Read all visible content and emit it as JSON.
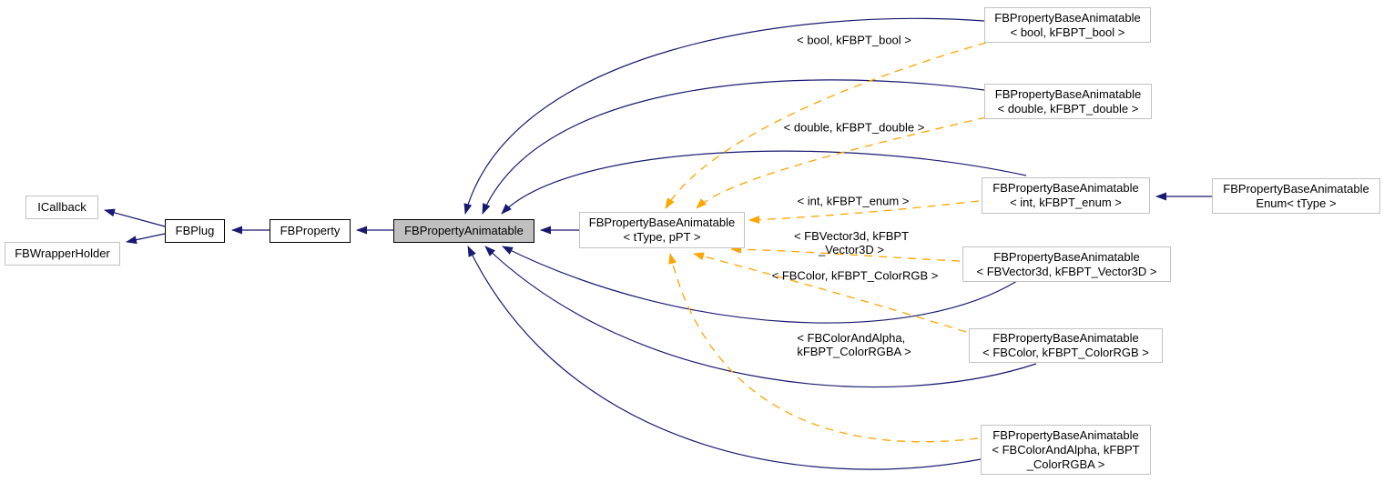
{
  "diagram": {
    "title": "FBPropertyAnimatable inheritance graph",
    "colors": {
      "inheritance_edge": "#191970",
      "template_instance_edge": "#ffa500",
      "current_node_fill": "#c0c0c0",
      "node_border": "#c2c2c2",
      "documented_node_border": "#000000",
      "background": "#ffffff"
    },
    "nodes": {
      "icallback": {
        "label": "ICallback"
      },
      "fbwrapperholder": {
        "label": "FBWrapperHolder"
      },
      "fbplug": {
        "label": "FBPlug"
      },
      "fbproperty": {
        "label": "FBProperty"
      },
      "fbpropertyanimatable": {
        "label": "FBPropertyAnimatable"
      },
      "base_template": {
        "label": "FBPropertyBaseAnimatable\n< tType, pPT >"
      },
      "base_bool": {
        "label": "FBPropertyBaseAnimatable\n< bool, kFBPT_bool >"
      },
      "base_double": {
        "label": "FBPropertyBaseAnimatable\n< double, kFBPT_double >"
      },
      "base_int": {
        "label": "FBPropertyBaseAnimatable\n< int, kFBPT_enum >"
      },
      "base_enum": {
        "label": "FBPropertyBaseAnimatable\nEnum< tType >"
      },
      "base_vector3d": {
        "label": "FBPropertyBaseAnimatable\n< FBVector3d, kFBPT_Vector3D >"
      },
      "base_colorrgb": {
        "label": "FBPropertyBaseAnimatable\n< FBColor, kFBPT_ColorRGB >"
      },
      "base_colorrgba": {
        "label": "FBPropertyBaseAnimatable\n< FBColorAndAlpha, kFBPT\n_ColorRGBA >"
      }
    },
    "edge_labels": {
      "bool": "< bool, kFBPT_bool >",
      "double": "< double, kFBPT_double >",
      "int": "< int, kFBPT_enum >",
      "vector3d": "< FBVector3d, kFBPT\n_Vector3D >",
      "colorrgb": "< FBColor, kFBPT_ColorRGB >",
      "colorrgba": "< FBColorAndAlpha,\nkFBPT_ColorRGBA >"
    }
  }
}
